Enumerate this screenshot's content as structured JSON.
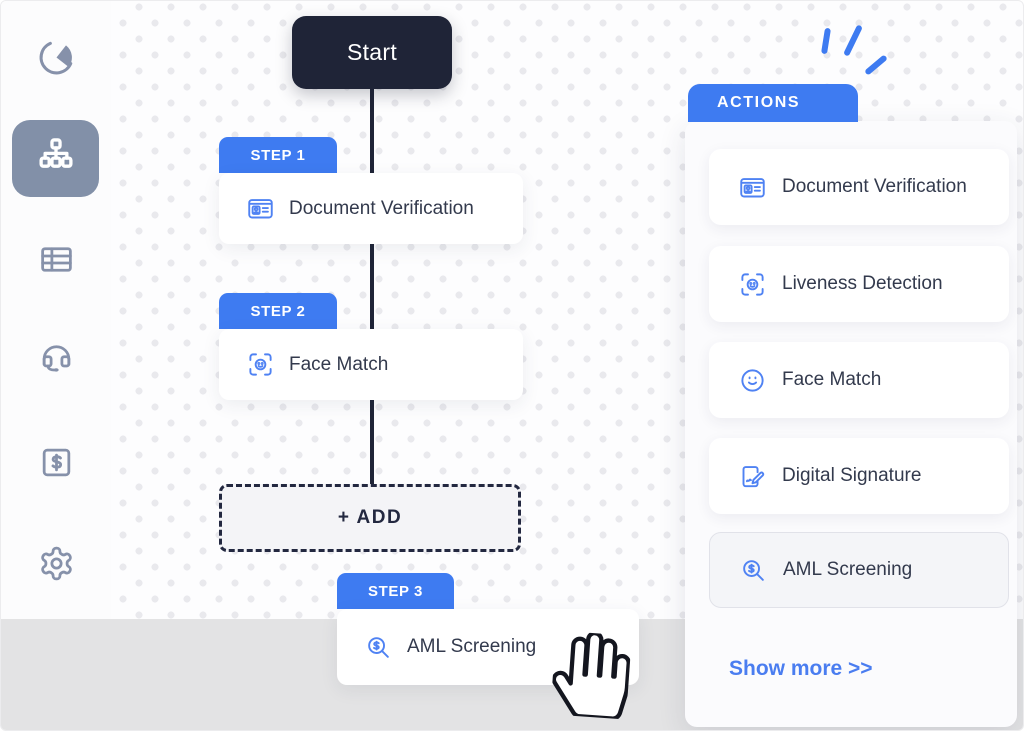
{
  "colors": {
    "accent_blue": "#3e7bf1",
    "dark_navy": "#1f2437",
    "link_blue": "#4a7df0",
    "sidebar_active_bg": "#8290a8",
    "sidebar_icon": "#8691aa",
    "gray_band": "#e3e3e4",
    "selected_card_bg": "#f4f5f8"
  },
  "sidebar": {
    "items": [
      {
        "name": "analytics",
        "icon": "pie-chart-icon",
        "active": false
      },
      {
        "name": "workflow",
        "icon": "sitemap-icon",
        "active": true
      },
      {
        "name": "tables",
        "icon": "table-icon",
        "active": false
      },
      {
        "name": "support",
        "icon": "headset-icon",
        "active": false
      },
      {
        "name": "billing",
        "icon": "dollar-square-icon",
        "active": false
      },
      {
        "name": "settings",
        "icon": "gear-icon",
        "active": false
      }
    ]
  },
  "canvas": {
    "start_label": "Start",
    "add_label": "+ ADD",
    "steps": [
      {
        "badge": "STEP 1",
        "label": "Document Verification",
        "icon": "id-card-icon"
      },
      {
        "badge": "STEP 2",
        "label": "Face Match",
        "icon": "face-scan-icon"
      },
      {
        "badge": "STEP 3",
        "label": "AML Screening",
        "icon": "aml-search-icon"
      }
    ]
  },
  "actions_panel": {
    "title": "ACTIONS",
    "items": [
      {
        "label": "Document Verification",
        "icon": "id-card-icon",
        "selected": false
      },
      {
        "label": "Liveness Detection",
        "icon": "face-scan-icon",
        "selected": false
      },
      {
        "label": "Face Match",
        "icon": "smiley-icon",
        "selected": false
      },
      {
        "label": "Digital Signature",
        "icon": "signature-icon",
        "selected": false
      },
      {
        "label": "AML Screening",
        "icon": "aml-search-icon",
        "selected": true
      }
    ],
    "show_more_label": "Show more >>"
  }
}
